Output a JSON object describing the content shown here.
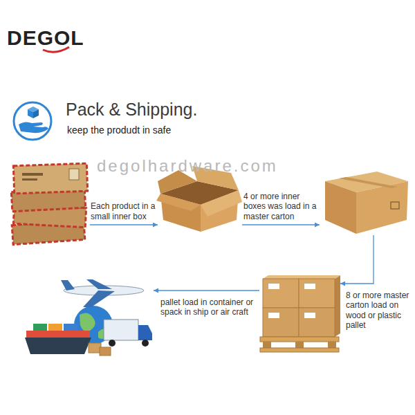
{
  "diagram": {
    "title": "Pack & Shipping.",
    "nodes": [
      {
        "text": []
      },
      {
        "text": []
      },
      {
        "text": []
      },
      {
        "text": []
      },
      {
        "text": []
      }
    ],
    "edges": [
      {
        "from": 0,
        "to": 1,
        "arrow": "to",
        "label": "Each product in a small inner box"
      },
      {
        "from": 1,
        "to": 2,
        "arrow": "to",
        "label": "4 or more inner boxes was load in a master carton"
      },
      {
        "from": 2,
        "to": 3,
        "arrow": "to",
        "label": "8 or more master carton load on wood or plastic pallet"
      },
      {
        "from": 3,
        "to": 4,
        "arrow": "to",
        "label": "pallet load in container or spack in ship or air craft"
      }
    ],
    "labels": [
      "DEGOL",
      "keep the produdt in safe",
      "degolhardware.com"
    ]
  }
}
